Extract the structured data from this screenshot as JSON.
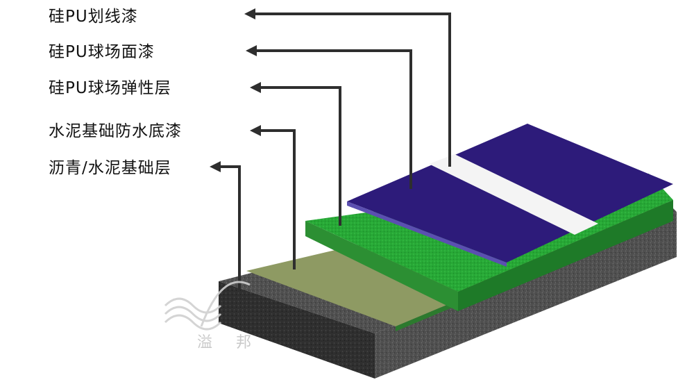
{
  "layers": [
    {
      "label": "硅PU划线漆",
      "color": "#f4f4f4"
    },
    {
      "label": "硅PU球场面漆",
      "color": "#2d1b7a"
    },
    {
      "label": "硅PU球场弹性层",
      "color": "#1f9a2c"
    },
    {
      "label": "水泥基础防水底漆",
      "color": "#8e9a63"
    },
    {
      "label": "沥青/水泥基础层",
      "color": "#505050"
    }
  ],
  "watermark": {
    "char_left": "溢",
    "char_right": "邦"
  },
  "arrow_color": "#2e2e2e"
}
